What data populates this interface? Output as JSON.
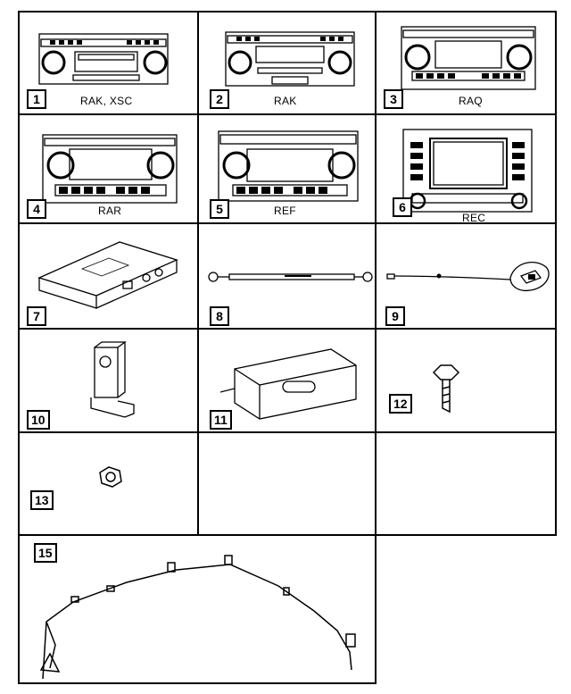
{
  "parts": [
    {
      "callout": "1",
      "code": "RAK, XSC"
    },
    {
      "callout": "2",
      "code": "RAK"
    },
    {
      "callout": "3",
      "code": "RAQ"
    },
    {
      "callout": "4",
      "code": "RAR"
    },
    {
      "callout": "5",
      "code": "REF"
    },
    {
      "callout": "6",
      "code": "REC"
    },
    {
      "callout": "7",
      "code": ""
    },
    {
      "callout": "8",
      "code": ""
    },
    {
      "callout": "9",
      "code": ""
    },
    {
      "callout": "10",
      "code": ""
    },
    {
      "callout": "11",
      "code": ""
    },
    {
      "callout": "12",
      "code": ""
    },
    {
      "callout": "13",
      "code": ""
    },
    {
      "callout": "15",
      "code": ""
    }
  ]
}
